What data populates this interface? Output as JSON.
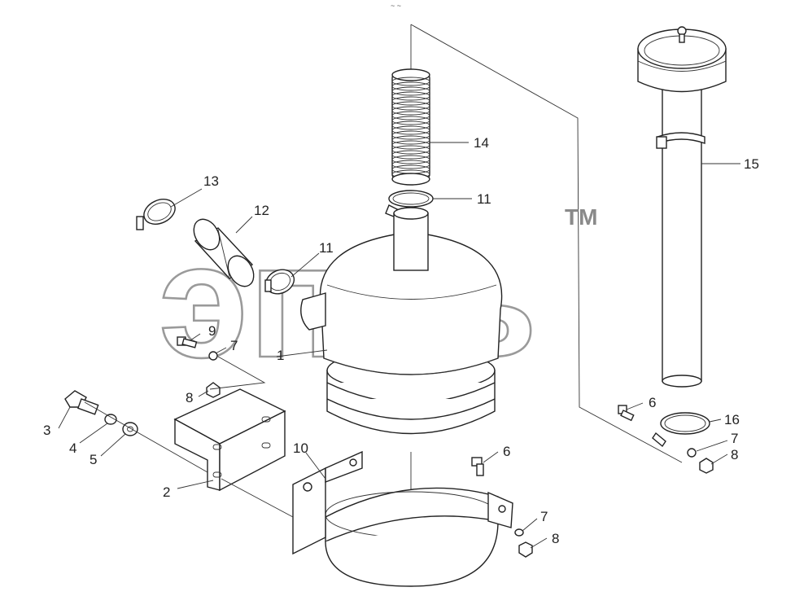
{
  "header": {
    "mark": "~ ~"
  },
  "watermark": {
    "text": "эпсь",
    "tm": "TM"
  },
  "callouts": {
    "p1": "1",
    "p2": "2",
    "p3": "3",
    "p4": "4",
    "p5": "5",
    "p6a": "6",
    "p6b": "6",
    "p7a": "7",
    "p7b": "7",
    "p7c": "7",
    "p8a": "8",
    "p8b": "8",
    "p8c": "8",
    "p9": "9",
    "p10": "10",
    "p11a": "11",
    "p11b": "11",
    "p12": "12",
    "p13": "13",
    "p14": "14",
    "p15": "15",
    "p16": "16"
  }
}
